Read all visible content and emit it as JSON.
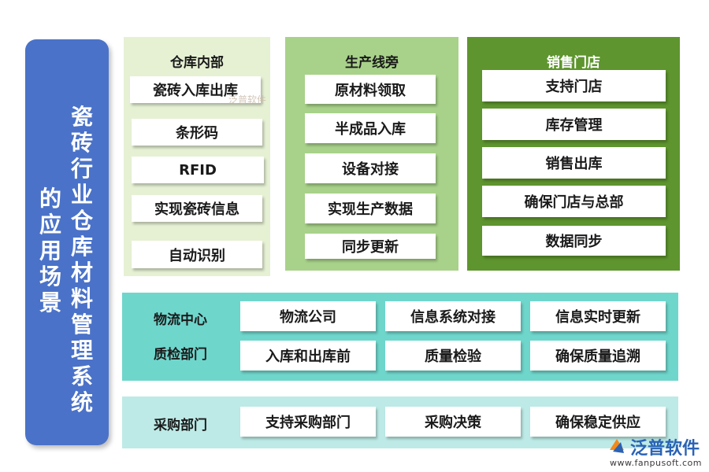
{
  "title": {
    "main": "瓷砖行业仓库材料管理系统",
    "sub": "的应用场景"
  },
  "warehouse": {
    "title": "仓库内部",
    "items": [
      "瓷砖入库出库",
      "条形码",
      "RFID",
      "实现瓷砖信息",
      "自动识别"
    ]
  },
  "production": {
    "title": "生产线旁",
    "items": [
      "原材料领取",
      "半成品入库",
      "设备对接",
      "实现生产数据",
      "同步更新"
    ]
  },
  "sales": {
    "title": "销售门店",
    "items": [
      "支持门店",
      "库存管理",
      "销售出库",
      "确保门店与总部",
      "数据同步"
    ]
  },
  "logistics": {
    "labels": [
      "物流中心",
      "质检部门"
    ],
    "row1": [
      "物流公司",
      "信息系统对接",
      "信息实时更新"
    ],
    "row2": [
      "入库和出库前",
      "质量检验",
      "确保质量追溯"
    ]
  },
  "purchase": {
    "label": "采购部门",
    "items": [
      "支持采购部门",
      "采购决策",
      "确保稳定供应"
    ]
  },
  "watermark": {
    "small": "泛普软件",
    "logo_name": "泛普软件",
    "logo_url": "www.fanpusoft.com"
  },
  "colors": {
    "title_bar": "#4a72c8",
    "warehouse_bg": "#e6f1d4",
    "production_bg": "#a8d28a",
    "sales_bg": "#5e952e",
    "logistics_bg": "#6fd6cc",
    "purchase_bg": "#bdeae6"
  }
}
